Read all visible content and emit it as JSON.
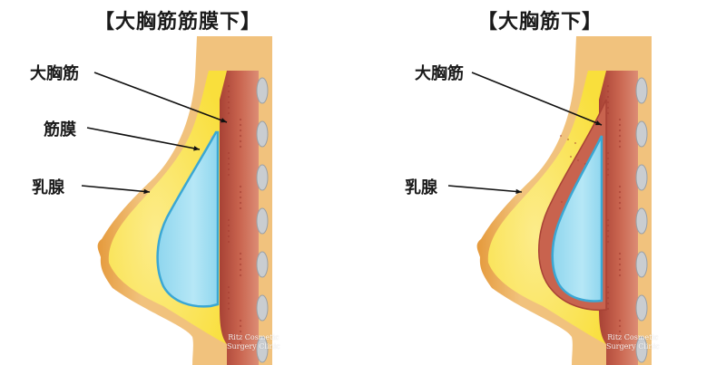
{
  "colors": {
    "skin": "#f1c27d",
    "skin_edge": "#e59a3c",
    "fat": "#f9df3c",
    "fat_light": "#fcec8b",
    "muscle": "#c8634e",
    "muscle_dark": "#a84235",
    "muscle_light": "#dc8d75",
    "fascia": "#f2b8a5",
    "rib": "#c9cdd1",
    "implant": "#8fd6ee",
    "implant_edge": "#3aa7d4",
    "leader": "#111111"
  },
  "panels": [
    {
      "title": "【大胸筋筋膜下】",
      "labels": [
        "大胸筋",
        "筋膜",
        "乳腺"
      ],
      "watermark": [
        "Ritz Cosmetic",
        "Surgery Clinic"
      ]
    },
    {
      "title": "【大胸筋下】",
      "labels": [
        "大胸筋",
        "乳腺"
      ],
      "watermark": [
        "Ritz Cosmetic",
        "Surgery Clinic"
      ]
    }
  ]
}
